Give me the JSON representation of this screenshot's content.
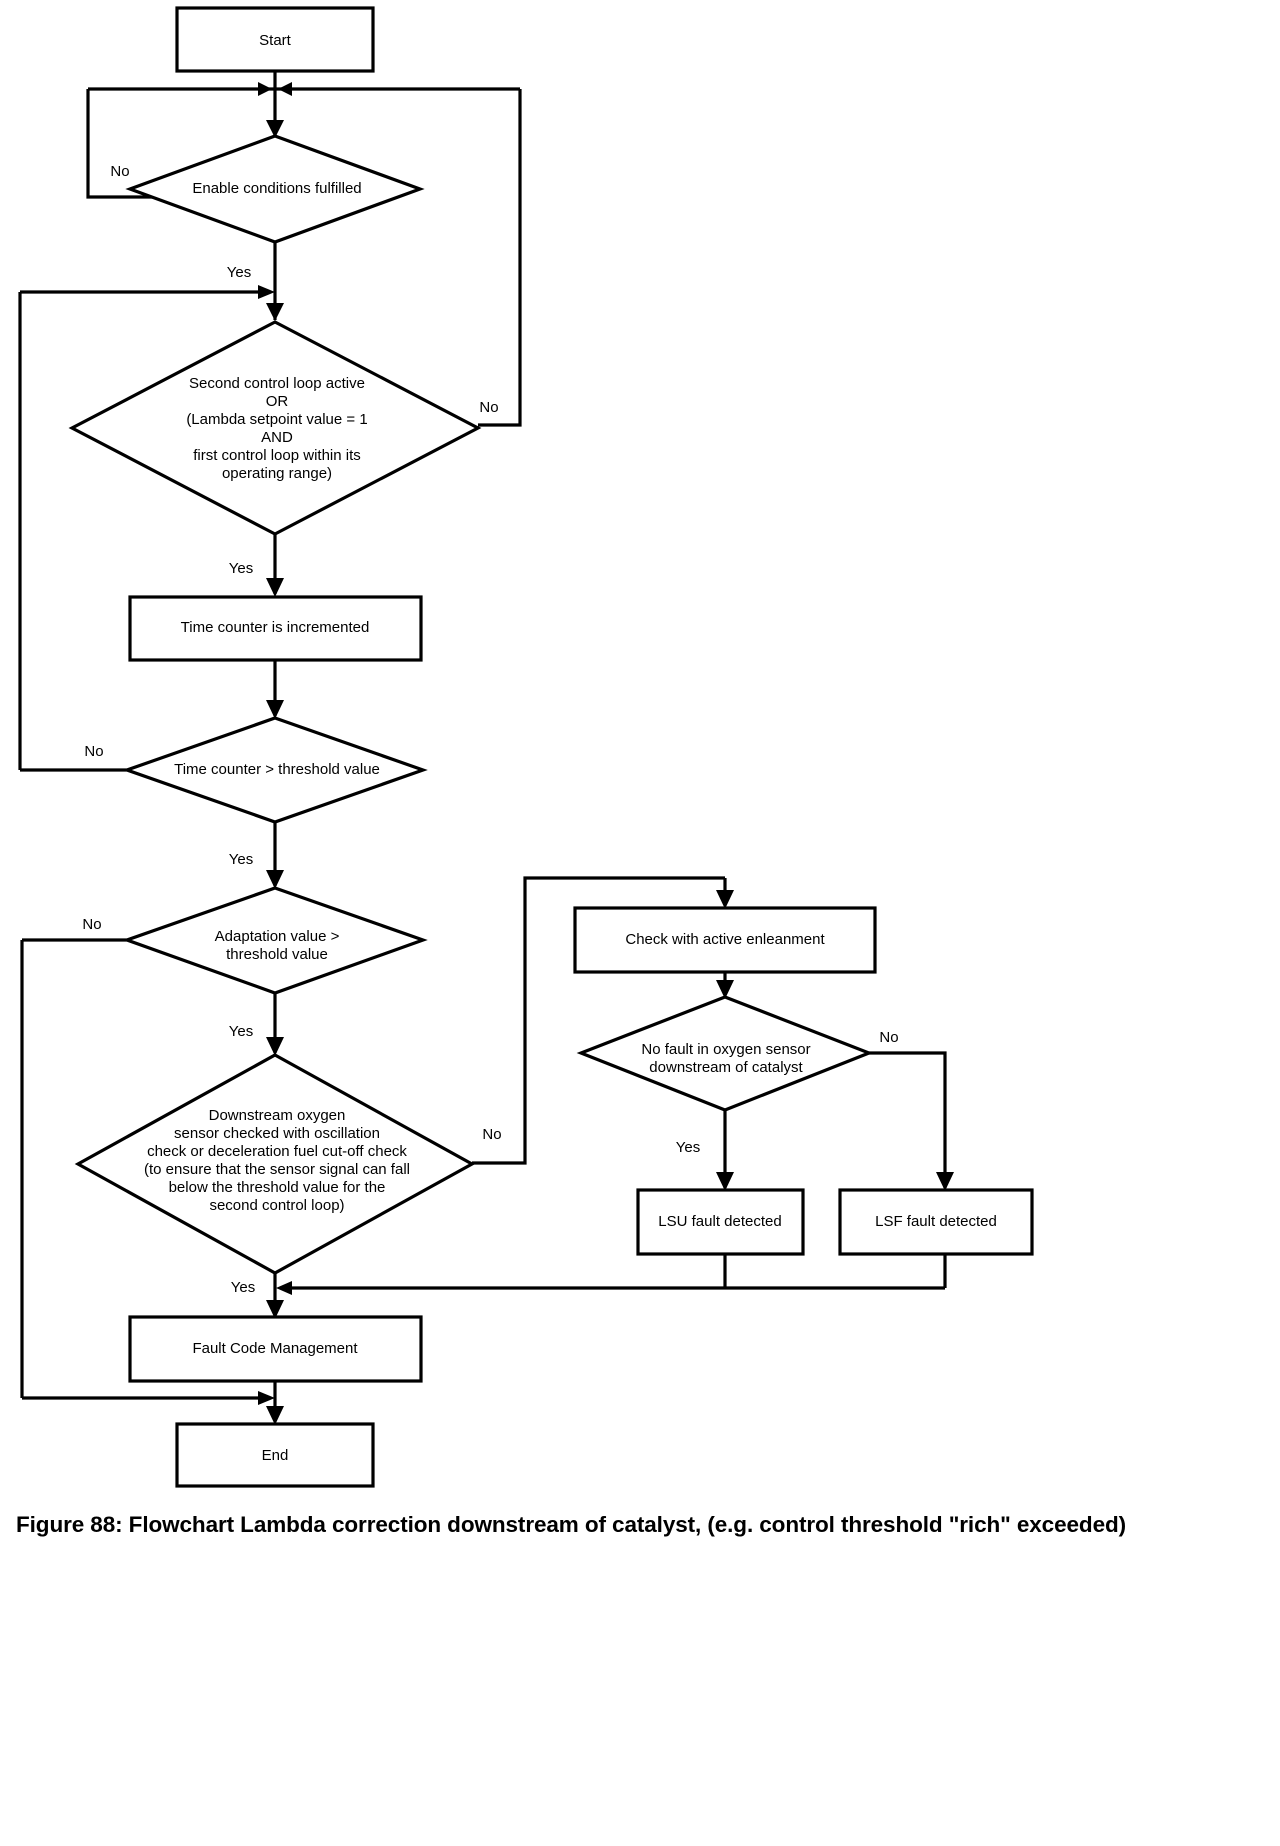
{
  "figure": {
    "caption": "Figure 88: Flowchart Lambda correction downstream of catalyst, (e.g. control threshold \"rich\" exceeded)",
    "caption_number": "Figure 88",
    "type": "flowchart",
    "line_color": "#000000",
    "fill_color": "#ffffff",
    "background_color": "#ffffff"
  },
  "nodes": {
    "start": {
      "shape": "process",
      "label": "Start"
    },
    "enable_conditions": {
      "shape": "decision",
      "label": "Enable conditions fulfilled"
    },
    "second_loop": {
      "shape": "decision",
      "line1": "Second control loop active",
      "line2": "OR",
      "line3": "(Lambda setpoint value = 1",
      "line4": "AND",
      "line5": "first control loop within its",
      "line6": "operating range)"
    },
    "time_counter_inc": {
      "shape": "process",
      "label": "Time counter is incremented"
    },
    "time_counter_threshold": {
      "shape": "decision",
      "label": "Time counter > threshold value"
    },
    "adaptation_value": {
      "shape": "decision",
      "line1": "Adaptation value >",
      "line2": "threshold value"
    },
    "downstream_sensor_check": {
      "shape": "decision",
      "line1": "Downstream oxygen",
      "line2": "sensor checked with oscillation",
      "line3": "check or deceleration fuel cut-off check",
      "line4": "(to ensure that the sensor signal can fall",
      "line5": "below the threshold value for the",
      "line6": "second control loop)"
    },
    "check_enleanment": {
      "shape": "process",
      "label": "Check with active enleanment"
    },
    "no_fault_oxygen": {
      "shape": "decision",
      "line1": "No fault in oxygen sensor",
      "line2": "downstream of catalyst"
    },
    "lsu_fault": {
      "shape": "process",
      "label": "LSU fault detected"
    },
    "lsf_fault": {
      "shape": "process",
      "label": "LSF fault detected"
    },
    "fault_code_mgmt": {
      "shape": "process",
      "label": "Fault Code Management"
    },
    "end": {
      "shape": "process",
      "label": "End"
    }
  },
  "branch_labels": {
    "enable_no": "No",
    "enable_yes": "Yes",
    "second_loop_no": "No",
    "second_loop_yes": "Yes",
    "time_counter_no": "No",
    "time_counter_yes": "Yes",
    "adaptation_no": "No",
    "adaptation_yes": "Yes",
    "downstream_no": "No",
    "downstream_yes": "Yes",
    "oxygen_no": "No",
    "oxygen_yes": "Yes"
  }
}
